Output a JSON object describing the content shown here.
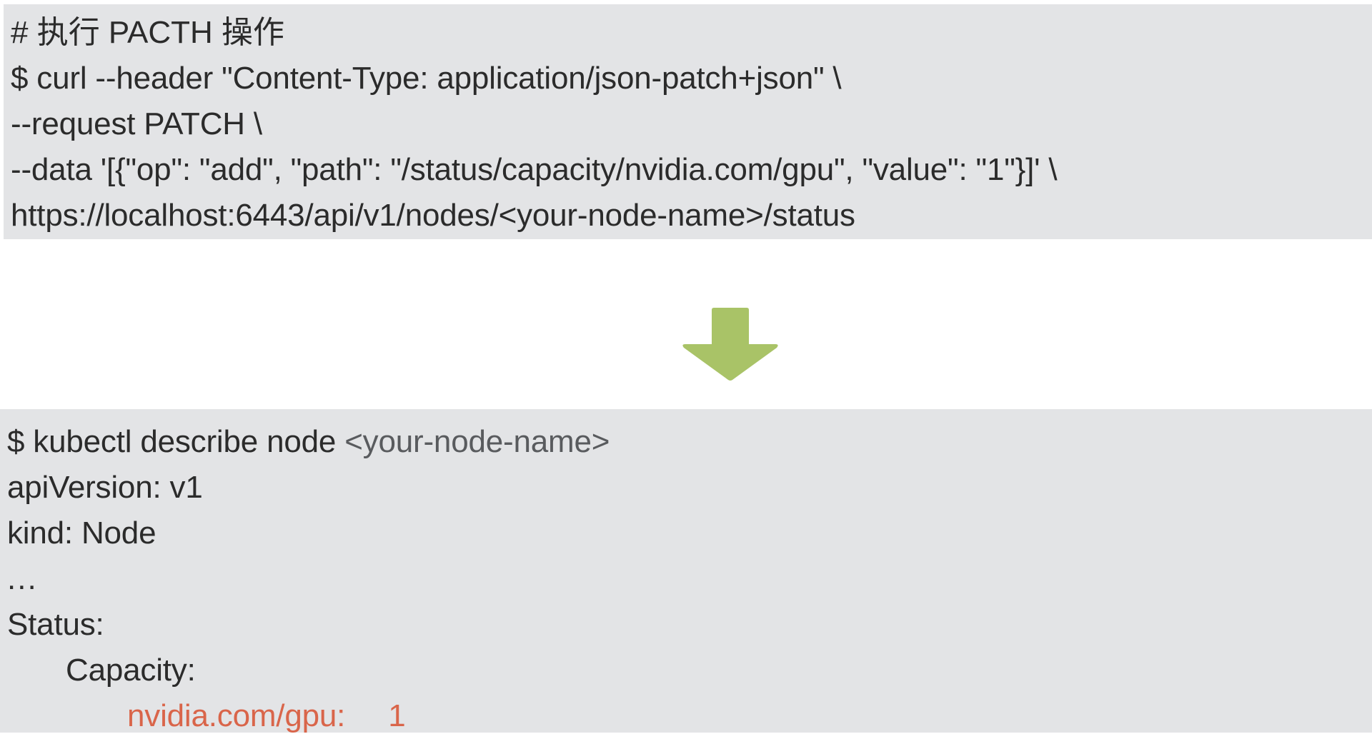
{
  "colors": {
    "page_background": "#ffffff",
    "code_block_background": "#e3e4e6",
    "code_text": "#2b2b2b",
    "muted_text": "#595b5e",
    "accent_red": "#d9654a",
    "arrow_green": "#a9c367"
  },
  "top_block": {
    "name": "patch-command-block",
    "lines": [
      {
        "id": "comment",
        "text": "# 执行 PACTH 操作",
        "style": "comment",
        "indent": 0
      },
      {
        "id": "curl-header",
        "text": "$ curl --header \"Content-Type: application/json-patch+json\" \\",
        "style": "normal",
        "indent": 0
      },
      {
        "id": "request-method",
        "text": "--request PATCH \\",
        "style": "normal",
        "indent": 0
      },
      {
        "id": "data-payload",
        "text": "--data '[{\"op\": \"add\", \"path\": \"/status/capacity/nvidia.com/gpu\", \"value\": \"1\"}]' \\",
        "style": "normal",
        "indent": 0
      },
      {
        "id": "api-url",
        "text": "https://localhost:6443/api/v1/nodes/<your-node-name>/status",
        "style": "normal",
        "indent": 0
      }
    ]
  },
  "arrow": {
    "name": "down-arrow-icon",
    "direction": "down",
    "color": "#a9c367"
  },
  "bottom_block": {
    "name": "describe-node-output-block",
    "lines": [
      {
        "id": "describe-command",
        "indent": 0,
        "segments": [
          {
            "text": "$ kubectl describe node ",
            "style": "normal"
          },
          {
            "text": "<your-node-name>",
            "style": "muted"
          }
        ]
      },
      {
        "id": "api-version",
        "indent": 0,
        "segments": [
          {
            "text": "apiVersion: v1",
            "style": "normal"
          }
        ]
      },
      {
        "id": "kind",
        "indent": 0,
        "segments": [
          {
            "text": "kind: Node",
            "style": "normal"
          }
        ]
      },
      {
        "id": "ellipsis",
        "indent": 0,
        "segments": [
          {
            "text": "...",
            "style": "normal"
          }
        ]
      },
      {
        "id": "status",
        "indent": 0,
        "segments": [
          {
            "text": "Status:",
            "style": "normal"
          }
        ]
      },
      {
        "id": "capacity",
        "indent": 1,
        "segments": [
          {
            "text": "Capacity:",
            "style": "normal"
          }
        ]
      },
      {
        "id": "gpu-capacity",
        "indent": 2,
        "segments": [
          {
            "text": "nvidia.com/gpu:     1",
            "style": "accent-red"
          }
        ]
      }
    ]
  }
}
